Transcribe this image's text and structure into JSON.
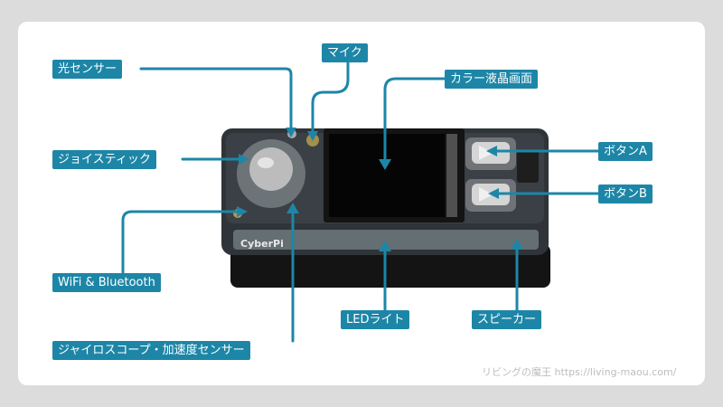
{
  "labels": {
    "light_sensor": "光センサー",
    "mic": "マイク",
    "display": "カラー液晶画面",
    "joystick": "ジョイスティック",
    "button_a": "ボタンA",
    "button_b": "ボタンB",
    "wifi_bt": "WiFi & Bluetooth",
    "led": "LEDライト",
    "speaker": "スピーカー",
    "gyro": "ジャイロスコープ・加速度センサー"
  },
  "device_logo": "CyberPi",
  "credit": "リビングの魔王 https://living-maou.com/",
  "colors": {
    "accent": "#1d86a7",
    "card": "#ffffff",
    "background": "#dcdcdc"
  }
}
